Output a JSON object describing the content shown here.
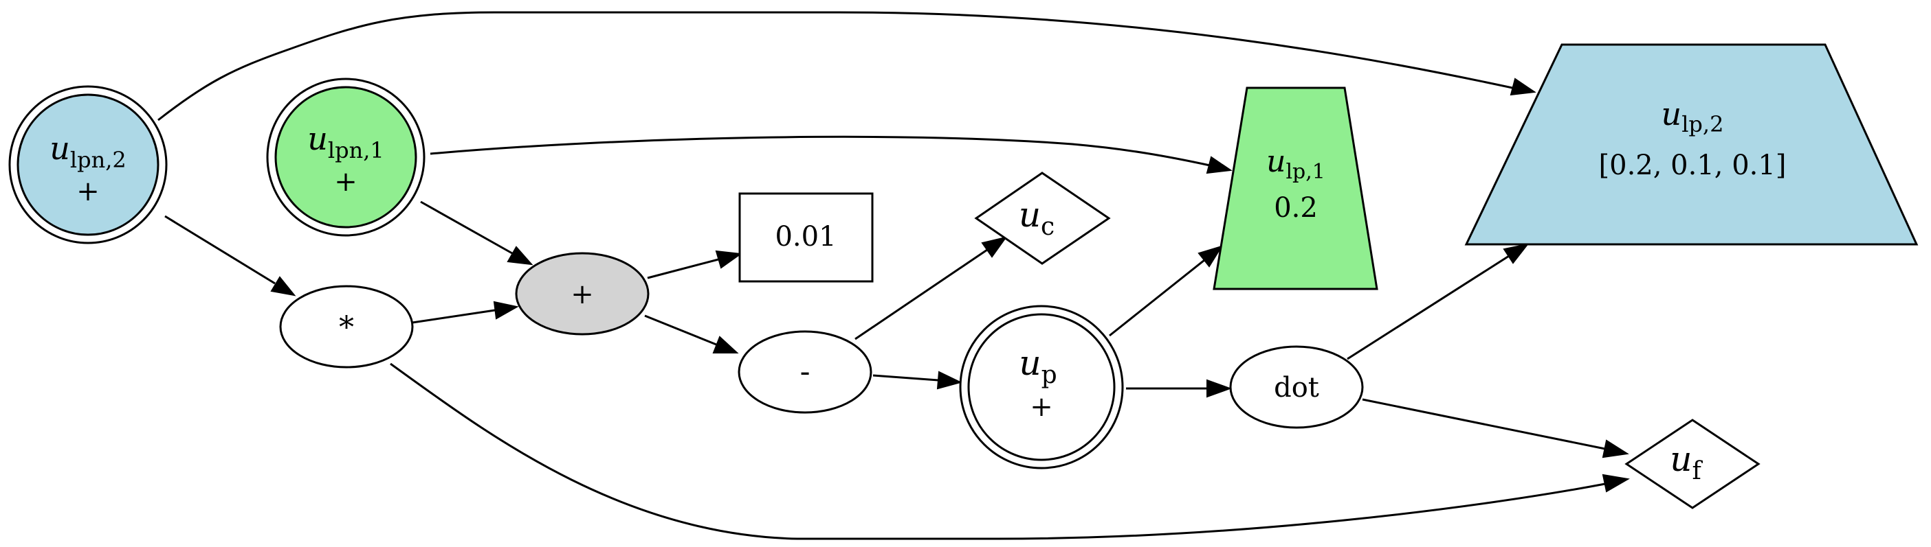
{
  "colors": {
    "blue": "#add8e6",
    "green": "#90ee90",
    "gray": "#d3d3d3",
    "white": "#ffffff",
    "stroke": "#000000"
  },
  "nodes": {
    "u_lpn2": {
      "var": "u",
      "sub": "lpn,2",
      "line2": "+"
    },
    "u_lpn1": {
      "var": "u",
      "sub": "lpn,1",
      "line2": "+"
    },
    "mul": {
      "label": "*"
    },
    "add": {
      "label": "+"
    },
    "const": {
      "label": "0.01"
    },
    "sub": {
      "label": "-"
    },
    "u_c": {
      "var": "u",
      "sub": "c"
    },
    "u_p": {
      "var": "u",
      "sub": "p",
      "line2": "+"
    },
    "u_lp1": {
      "var": "u",
      "sub": "lp,1",
      "line2": "0.2"
    },
    "dot": {
      "label": "dot"
    },
    "u_lp2": {
      "var": "u",
      "sub": "lp,2",
      "line2": "[0.2, 0.1, 0.1]"
    },
    "u_f": {
      "var": "u",
      "sub": "f"
    }
  }
}
